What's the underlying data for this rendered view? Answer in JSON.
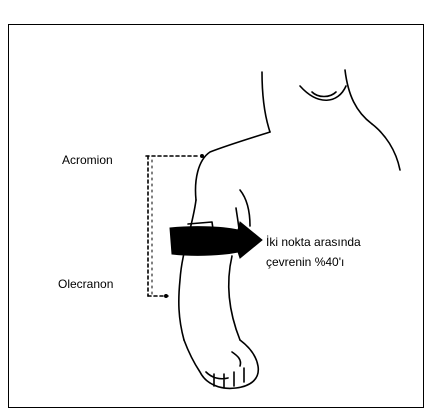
{
  "labels": {
    "acromion": "Acromion",
    "olecranon": "Olecranon",
    "note_line1": "İki nokta arasında",
    "note_line2": "çevrenin %40'ı"
  },
  "colors": {
    "line": "#000000",
    "background": "#ffffff"
  }
}
